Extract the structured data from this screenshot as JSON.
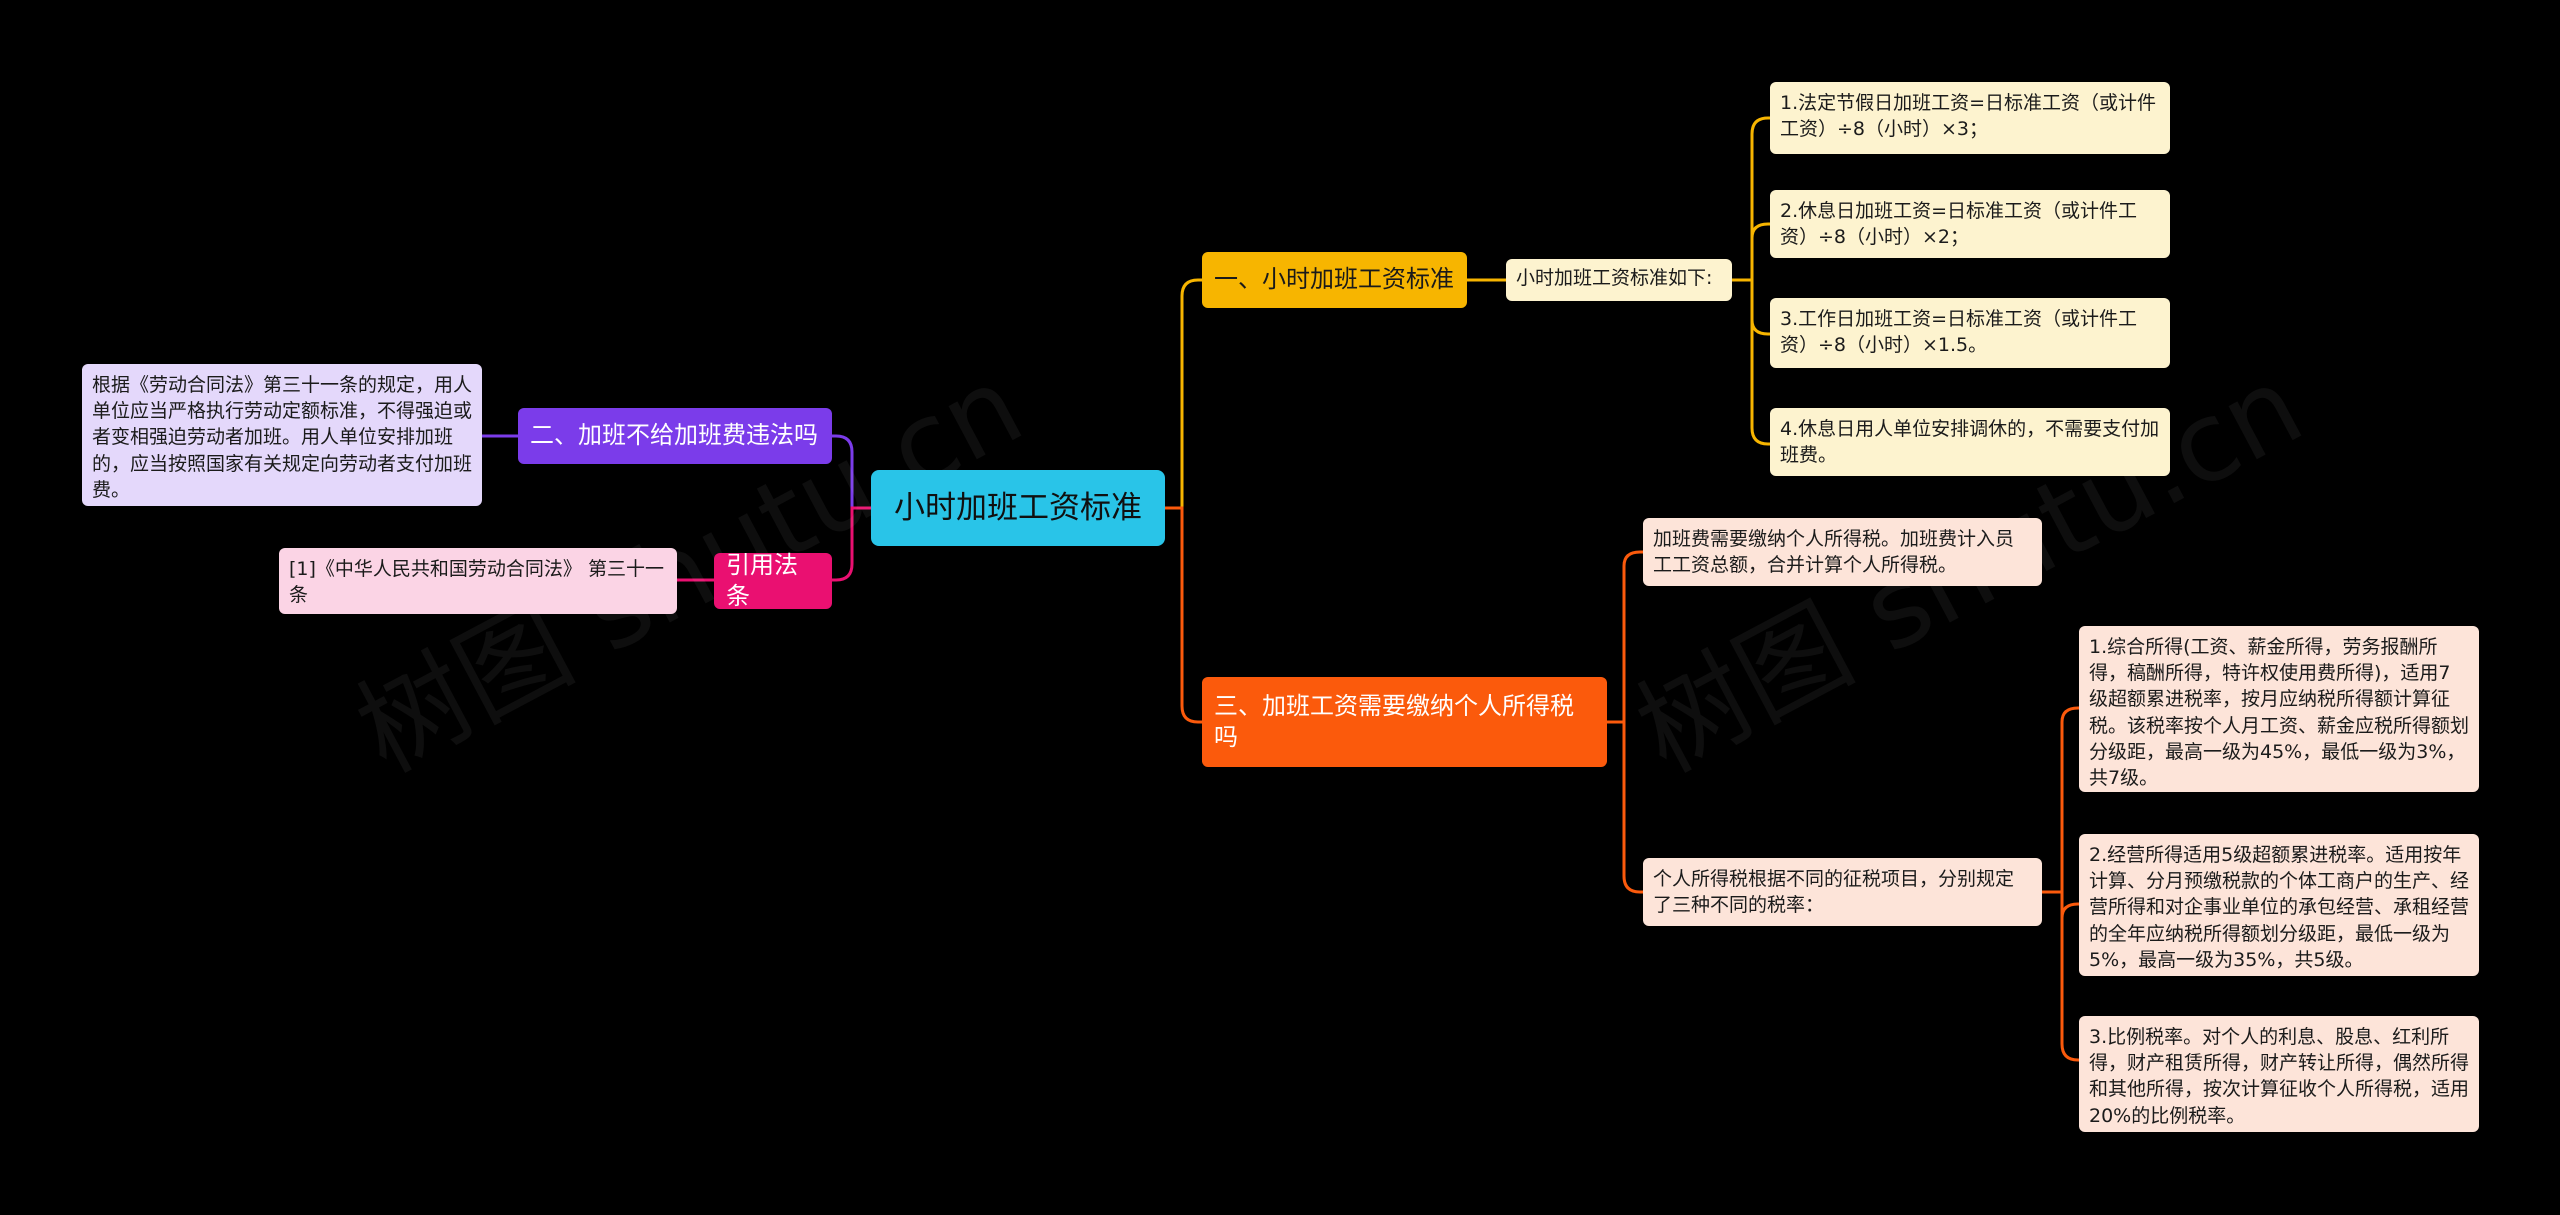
{
  "colors": {
    "background": "#000000",
    "root": "#29c4e8",
    "branch_1": "#f7b500",
    "branch_1_leaf": "#fdf3cf",
    "branch_2": "#7b3cea",
    "branch_2_leaf": "#e4d8fb",
    "branch_3": "#fb5a0c",
    "branch_3_leaf": "#fde4d9",
    "branch_4": "#ea1071",
    "branch_4_leaf": "#fbd4e5"
  },
  "watermark": "树图 shutu.cn",
  "mindmap": {
    "root": "小时加班工资标准",
    "branch_1": {
      "label": "一、小时加班工资标准",
      "sub": "小时加班工资标准如下:",
      "items": [
        "1.法定节假日加班工资=日标准工资（或计件工资）÷8（小时）×3；",
        "2.休息日加班工资=日标准工资（或计件工资）÷8（小时）×2；",
        "3.工作日加班工资=日标准工资（或计件工资）÷8（小时）×1.5。",
        "4.休息日用人单位安排调休的，不需要支付加班费。"
      ]
    },
    "branch_2": {
      "label": "二、加班不给加班费违法吗",
      "detail": "根据《劳动合同法》第三十一条的规定，用人单位应当严格执行劳动定额标准，不得强迫或者变相强迫劳动者加班。用人单位安排加班的，应当按照国家有关规定向劳动者支付加班费。"
    },
    "branch_3": {
      "label": "三、加班工资需要缴纳个人所得税吗",
      "sub_1": "加班费需要缴纳个人所得税。加班费计入员工工资总额，合并计算个人所得税。",
      "sub_2": "个人所得税根据不同的征税项目，分别规定了三种不同的税率：",
      "items": [
        "1.综合所得(工资、薪金所得，劳务报酬所得，稿酬所得，特许权使用费所得)，适用7级超额累进税率，按月应纳税所得额计算征税。该税率按个人月工资、薪金应税所得额划分级距，最高一级为45%，最低一级为3%，共7级。",
        "2.经营所得适用5级超额累进税率。适用按年计算、分月预缴税款的个体工商户的生产、经营所得和对企事业单位的承包经营、承租经营的全年应纳税所得额划分级距，最低一级为5%，最高一级为35%，共5级。",
        "3.比例税率。对个人的利息、股息、红利所得，财产租赁所得，财产转让所得，偶然所得和其他所得，按次计算征收个人所得税，适用20%的比例税率。"
      ]
    },
    "branch_4": {
      "label": "引用法条",
      "detail": "[1]《中华人民共和国劳动合同法》 第三十一条"
    }
  }
}
